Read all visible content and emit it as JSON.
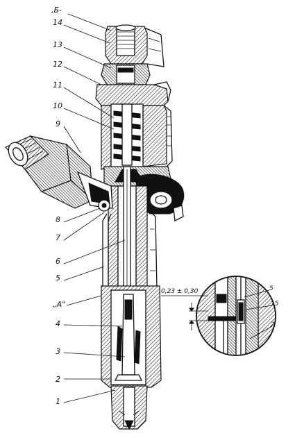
{
  "callouts": {
    "b": ",Б-",
    "c14": "14",
    "c13": "13",
    "c12": "12",
    "c11": "11",
    "c10": "10",
    "c9": "9",
    "c8": "8",
    "c7": "7",
    "c6": "6",
    "c5": "5",
    "a": "„A\"",
    "c4": "4",
    "c3": "3",
    "c2": "2",
    "c1": "1"
  },
  "detail": {
    "clearance": "0,23 ± 0,30",
    "c5": "5",
    "c15": "15",
    "c2": "2"
  }
}
